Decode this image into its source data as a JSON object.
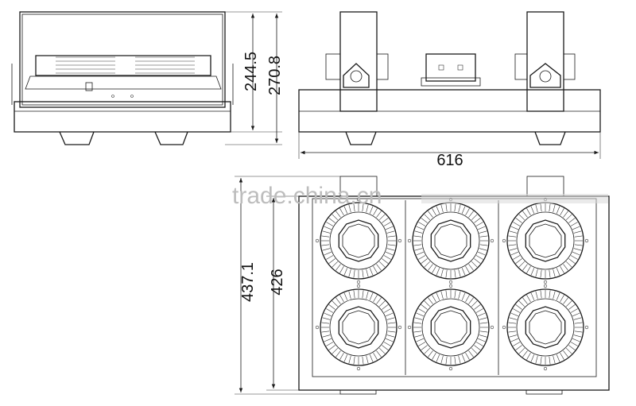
{
  "dimensions": {
    "side_height_inner": "244.5",
    "side_height_outer": "270.8",
    "front_width": "616",
    "top_depth_outer": "437.1",
    "top_depth_inner": "426"
  },
  "watermark": "trade.china.cn",
  "colors": {
    "line": "#1a1a1a",
    "watermark": "#bdbdbd",
    "background": "#ffffff"
  }
}
